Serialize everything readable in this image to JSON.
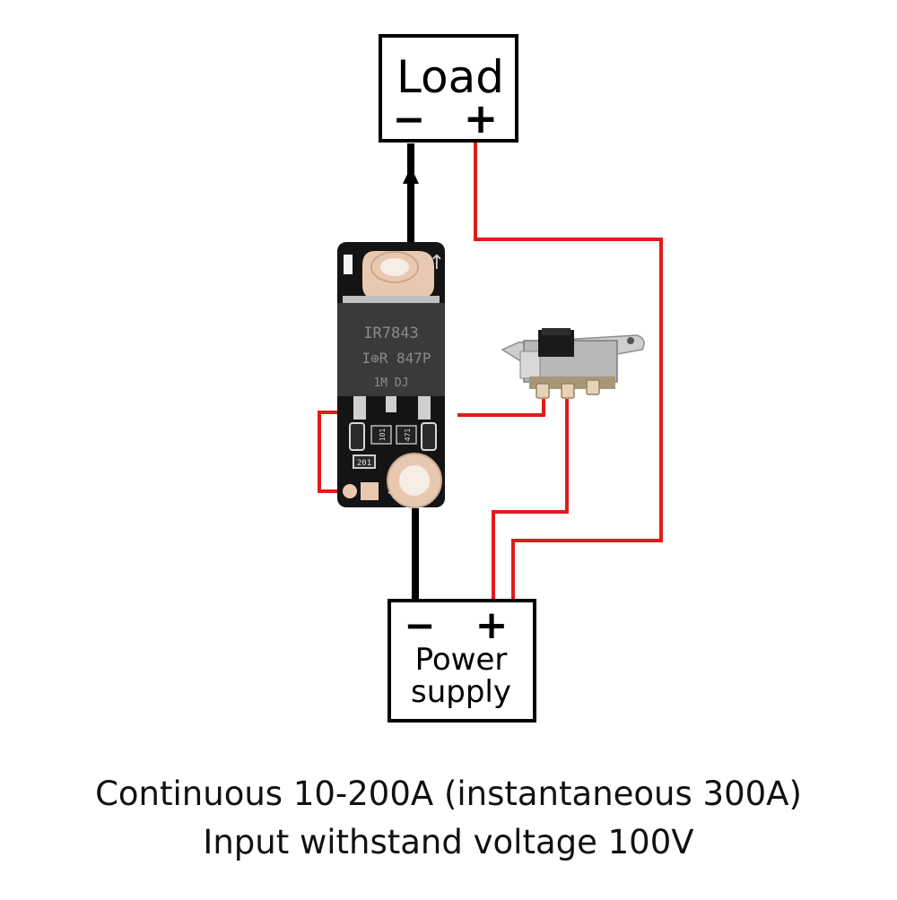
{
  "load": {
    "label": "Load",
    "minus": "−",
    "plus": "+"
  },
  "power": {
    "minus": "−",
    "plus": "+",
    "line1": "Power",
    "line2": "supply"
  },
  "pcb": {
    "chip_line1": "IR7843",
    "chip_line2": "I⊕R 847P",
    "chip_line3": "1M    DJ",
    "resistor_a": "101",
    "resistor_b": "471",
    "resistor_c": "201",
    "pad_plus": "+",
    "arrow": "↑"
  },
  "caption": {
    "line1": "Continuous 10-200A (instantaneous 300A)",
    "line2": "Input withstand voltage 100V"
  },
  "colors": {
    "wire_red": "#e01b1b",
    "wire_black": "#000000",
    "pcb": "#141414",
    "copper": "#e8c9b0"
  }
}
